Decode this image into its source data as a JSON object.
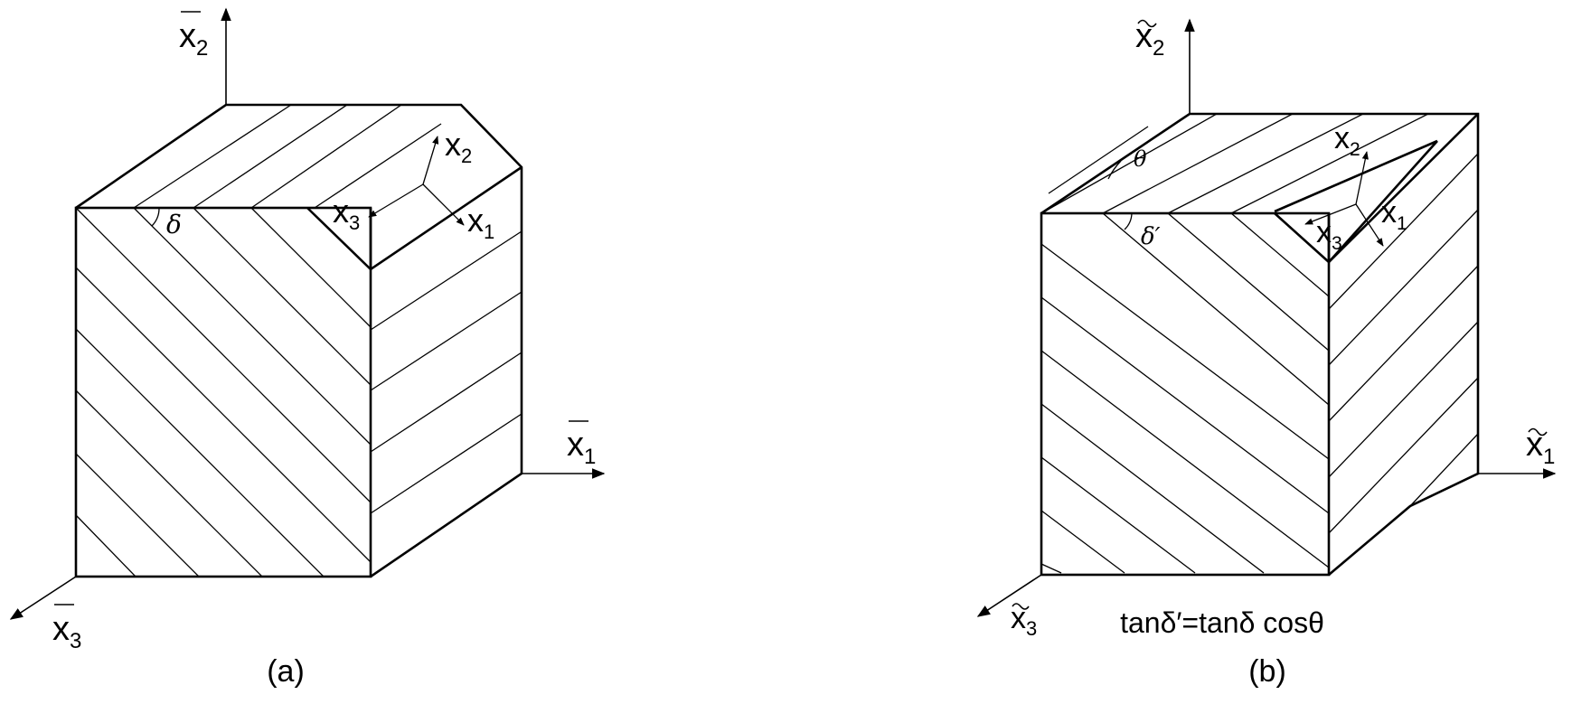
{
  "figure": {
    "panel_a": {
      "caption": "(a)",
      "global_axes": {
        "x1": {
          "letter": "x",
          "sub": "1"
        },
        "x2": {
          "letter": "x",
          "sub": "2"
        },
        "x3": {
          "letter": "x",
          "sub": "3"
        }
      },
      "local_axes": {
        "x1": {
          "letter": "x",
          "sub": "1"
        },
        "x2": {
          "letter": "x",
          "sub": "2"
        },
        "x3": {
          "letter": "x",
          "sub": "3"
        }
      },
      "angle_label": "δ"
    },
    "panel_b": {
      "caption": "(b)",
      "global_axes": {
        "x1": {
          "letter": "x",
          "sub": "1"
        },
        "x2": {
          "letter": "x",
          "sub": "2"
        },
        "x3": {
          "letter": "x",
          "sub": "3"
        }
      },
      "local_axes": {
        "x1": {
          "letter": "x",
          "sub": "1"
        },
        "x2": {
          "letter": "x",
          "sub": "2"
        },
        "x3": {
          "letter": "x",
          "sub": "3"
        }
      },
      "angle_label_top": "θ",
      "angle_label_front": "δ′",
      "relation": "tanδ′=tanδ cosθ"
    }
  }
}
